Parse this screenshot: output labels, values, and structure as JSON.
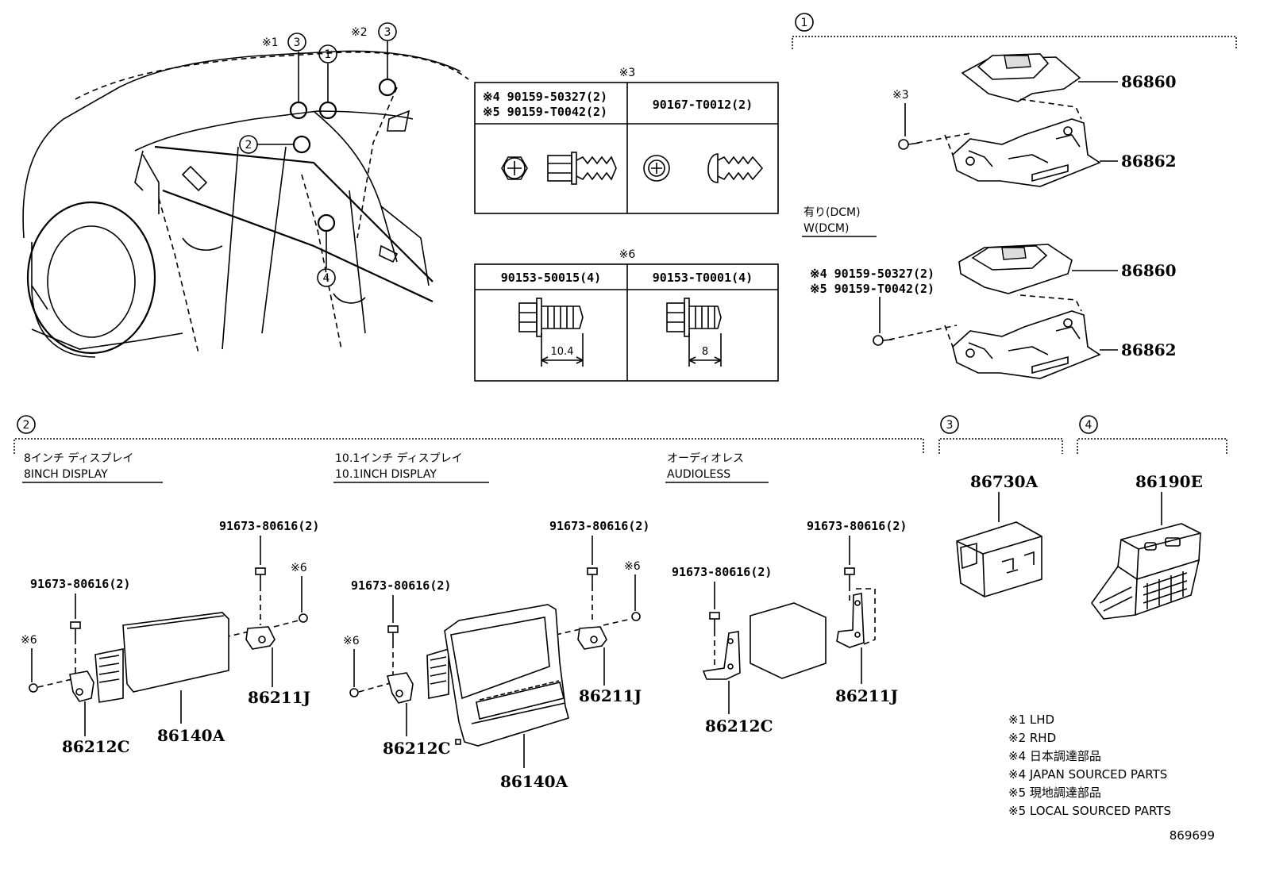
{
  "car": {
    "callouts": {
      "c1_note": "※1",
      "c1_num": "3",
      "c2_num": "1",
      "c3_note": "※2",
      "c3_num": "3",
      "c4_num": "2",
      "c5_num": "4"
    }
  },
  "table3": {
    "title": "※3",
    "col1_line1": "※4 90159-50327(2)",
    "col1_line2": "※5 90159-T0042(2)",
    "col2": "90167-T0012(2)"
  },
  "table6": {
    "title": "※6",
    "col1": "90153-50015(4)",
    "col2": "90153-T0001(4)",
    "dim1": "10.4",
    "dim2": "8"
  },
  "section1": {
    "num": "1",
    "note3": "※3",
    "dcm_jp": "有り(DCM)",
    "dcm_en": "W(DCM)",
    "note45_line1": "※4 90159-50327(2)",
    "note45_line2": "※5 90159-T0042(2)",
    "p86860a": "86860",
    "p86862a": "86862",
    "p86860b": "86860",
    "p86862b": "86862"
  },
  "section2": {
    "num": "2",
    "d8_jp": "8インチ ディスプレイ",
    "d8_en": "8INCH DISPLAY",
    "d10_jp": "10.1インチ ディスプレイ",
    "d10_en": "10.1INCH DISPLAY",
    "al_jp": "オーディオレス",
    "al_en": "AUDIOLESS",
    "screw_a": "91673-80616(2)",
    "screw_b": "91673-80616(2)",
    "screw_c": "91673-80616(2)",
    "screw_d": "91673-80616(2)",
    "screw_e": "91673-80616(2)",
    "screw_f": "91673-80616(2)",
    "note6a": "※6",
    "note6b": "※6",
    "note6c": "※6",
    "note6d": "※6",
    "p86212c_a": "86212C",
    "p86140a_a": "86140A",
    "p86211j_a": "86211J",
    "p86212c_b": "86212C",
    "p86140a_b": "86140A",
    "p86211j_b": "86211J",
    "p86212c_c": "86212C",
    "p86211j_c": "86211J"
  },
  "section3": {
    "num": "3",
    "part": "86730A"
  },
  "section4": {
    "num": "4",
    "part": "86190E"
  },
  "legend": [
    "※1 LHD",
    "※2 RHD",
    "※4 日本調達部品",
    "※4 JAPAN SOURCED PARTS",
    "※5 現地調達部品",
    "※5 LOCAL SOURCED PARTS"
  ],
  "figure_id": "869699"
}
